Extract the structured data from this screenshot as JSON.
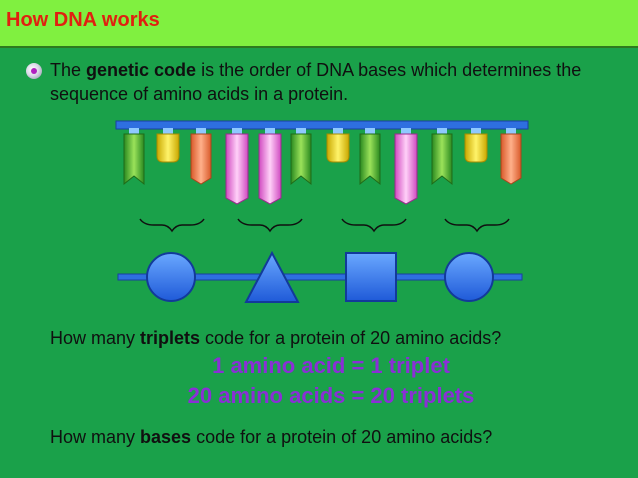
{
  "title": "How DNA works",
  "intro": {
    "pre": "The ",
    "bold": "genetic code",
    "post": " is the order of DNA bases which determines the sequence of amino acids in a protein."
  },
  "question1": {
    "pre": "How many ",
    "bold": "triplets",
    "post": " code for a protein of 20 amino acids?"
  },
  "answer1": "1 amino acid = 1 triplet",
  "answer2": "20 amino acids = 20 triplets",
  "question2": {
    "pre": "How many ",
    "bold": "bases",
    "post": " code for a protein of 20 amino acids?"
  },
  "colors": {
    "background": "#1aa14a",
    "title_bar": "#80f040",
    "title_text": "#e02010",
    "answer_text": "#8a2fd6",
    "dna_backbone": "#2e6fe0"
  },
  "dna_bases": [
    "green",
    "yellow",
    "orange",
    "pink",
    "pink",
    "green",
    "yellow",
    "green",
    "pink",
    "green",
    "yellow",
    "orange"
  ],
  "amino_acid_shapes": [
    "circle",
    "triangle",
    "square",
    "circle"
  ]
}
